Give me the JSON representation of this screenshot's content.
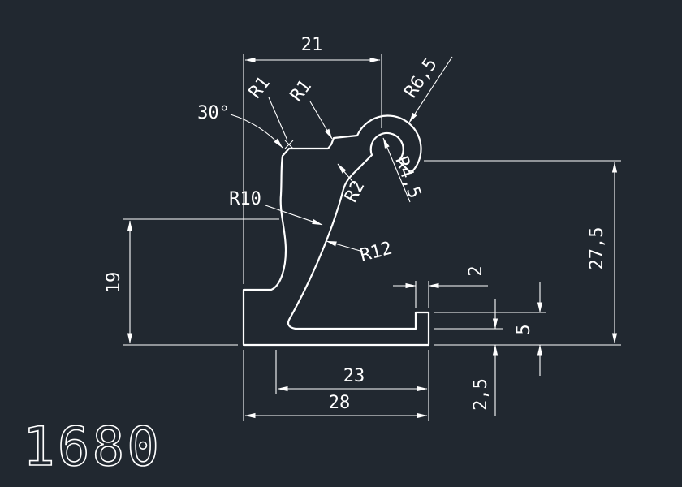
{
  "colors": {
    "background": "#212830",
    "line": "#ffffff"
  },
  "part_number": "1680",
  "dimensions": {
    "top_width": "21",
    "knob_radius": "R6,5",
    "chamfer_angle": "30°",
    "fillet_a": "R1",
    "fillet_b": "R1",
    "outer_curve_radius": "R10",
    "slot_radius": "R2",
    "inner_knob_radius": "R4,5",
    "left_height": "19",
    "inner_curve_radius": "R12",
    "lip_width": "2",
    "right_height": "27,5",
    "lip_height": "5",
    "base_thickness": "2,5",
    "inner_width": "23",
    "total_width": "28"
  }
}
